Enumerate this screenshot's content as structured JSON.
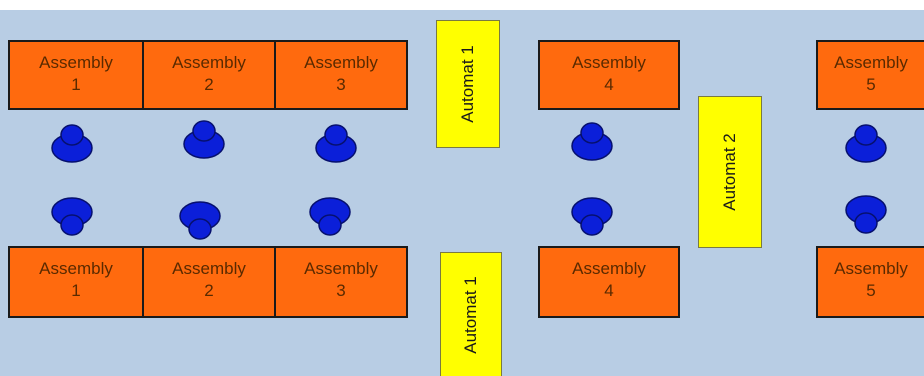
{
  "colors": {
    "floor": "#b8cde4",
    "assembly_station": "#ff6a0e",
    "automat": "#ffff00",
    "operator": "#0b1fd9"
  },
  "top_row": [
    {
      "name": "Assembly",
      "number": "1"
    },
    {
      "name": "Assembly",
      "number": "2"
    },
    {
      "name": "Assembly",
      "number": "3"
    },
    {
      "name": "Assembly",
      "number": "4"
    },
    {
      "name": "Assembly",
      "number": "5"
    }
  ],
  "bottom_row": [
    {
      "name": "Assembly",
      "number": "1"
    },
    {
      "name": "Assembly",
      "number": "2"
    },
    {
      "name": "Assembly",
      "number": "3"
    },
    {
      "name": "Assembly",
      "number": "4"
    },
    {
      "name": "Assembly",
      "number": "5"
    }
  ],
  "automats": [
    {
      "label": "Automat 1"
    },
    {
      "label": "Automat 2"
    },
    {
      "label": "Automat 1"
    }
  ],
  "operator_icon": "operator-icon"
}
